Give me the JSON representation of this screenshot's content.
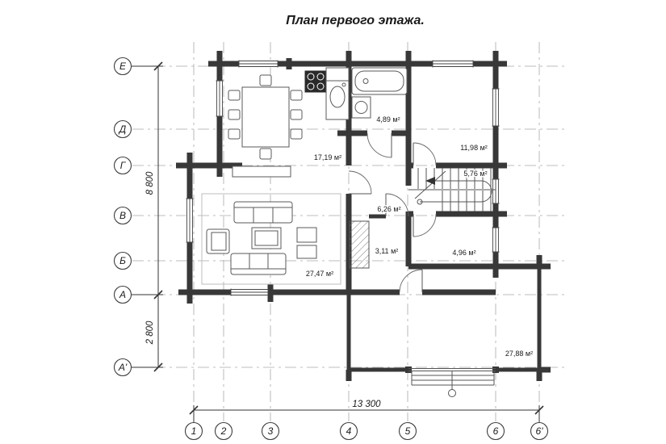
{
  "title": "План первого этажа.",
  "axis_rows": [
    "Е",
    "Д",
    "Г",
    "В",
    "Б",
    "А",
    "А'"
  ],
  "axis_cols": [
    "1",
    "2",
    "3",
    "4",
    "5",
    "6",
    "6'"
  ],
  "dimensions": {
    "height_main": "8 800",
    "height_lower": "2 800",
    "width_total": "13 300"
  },
  "rooms": {
    "kitchen_dining": "17,19 м²",
    "bathroom": "4,89 м²",
    "room_top_right": "11,98 м²",
    "staircase": "5,76 м²",
    "hall_upper": "6,26 м²",
    "hall_lower": "3,11 м²",
    "room_small": "4,96 м²",
    "living_room": "27,47 м²",
    "terrace": "27,88 м²"
  },
  "colors": {
    "wall": "#383838",
    "axis_line": "#a8a8a8",
    "text": "#1a1a1a"
  }
}
